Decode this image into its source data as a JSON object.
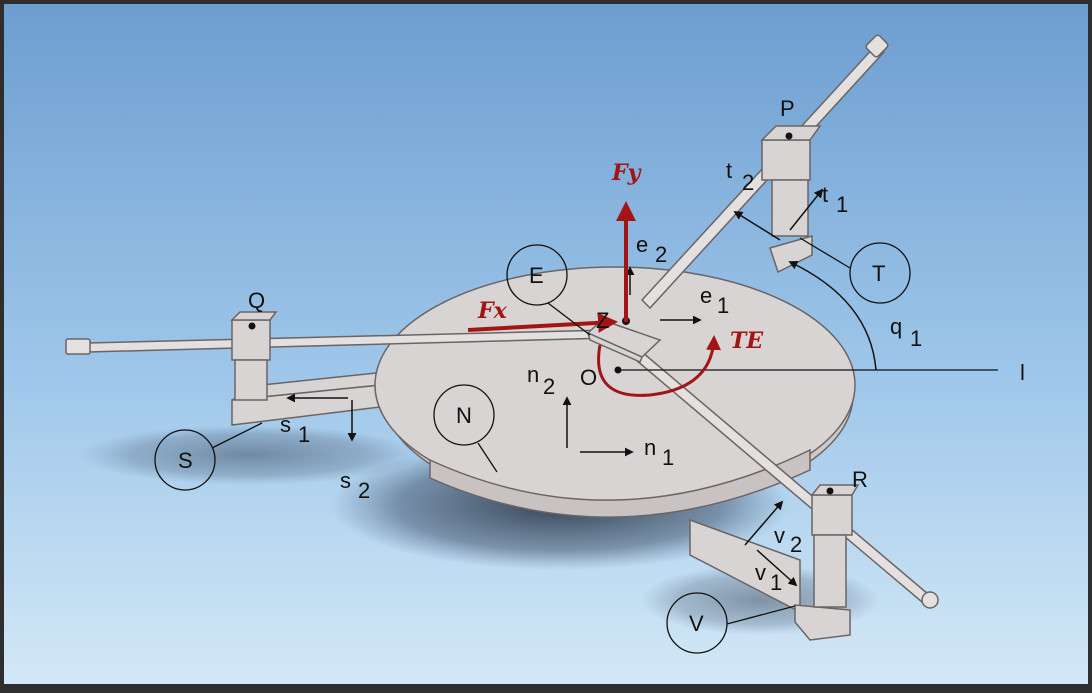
{
  "labels": {
    "P": "P",
    "Q": "Q",
    "R": "R",
    "O": "O",
    "Z": "Z",
    "l": "l",
    "E": "E",
    "N": "N",
    "S": "S",
    "T": "T",
    "V": "V",
    "e1": "e",
    "e1_sub": "1",
    "e2": "e",
    "e2_sub": "2",
    "n1": "n",
    "n1_sub": "1",
    "n2": "n",
    "n2_sub": "2",
    "s1": "s",
    "s1_sub": "1",
    "s2": "s",
    "s2_sub": "2",
    "t1": "t",
    "t1_sub": "1",
    "t2": "t",
    "t2_sub": "2",
    "v1": "v",
    "v1_sub": "1",
    "v2": "v",
    "v2_sub": "2",
    "q1": "q",
    "q1_sub": "1",
    "fx": "Fx",
    "fy": "Fy",
    "te": "TE"
  },
  "colors": {
    "background_top": "#6e9fd0",
    "background_bottom": "#cfe5f5",
    "part_fill": "#d9d4d4",
    "part_stroke": "#6b6464",
    "annotation": "#a31515",
    "ink": "#111111"
  }
}
